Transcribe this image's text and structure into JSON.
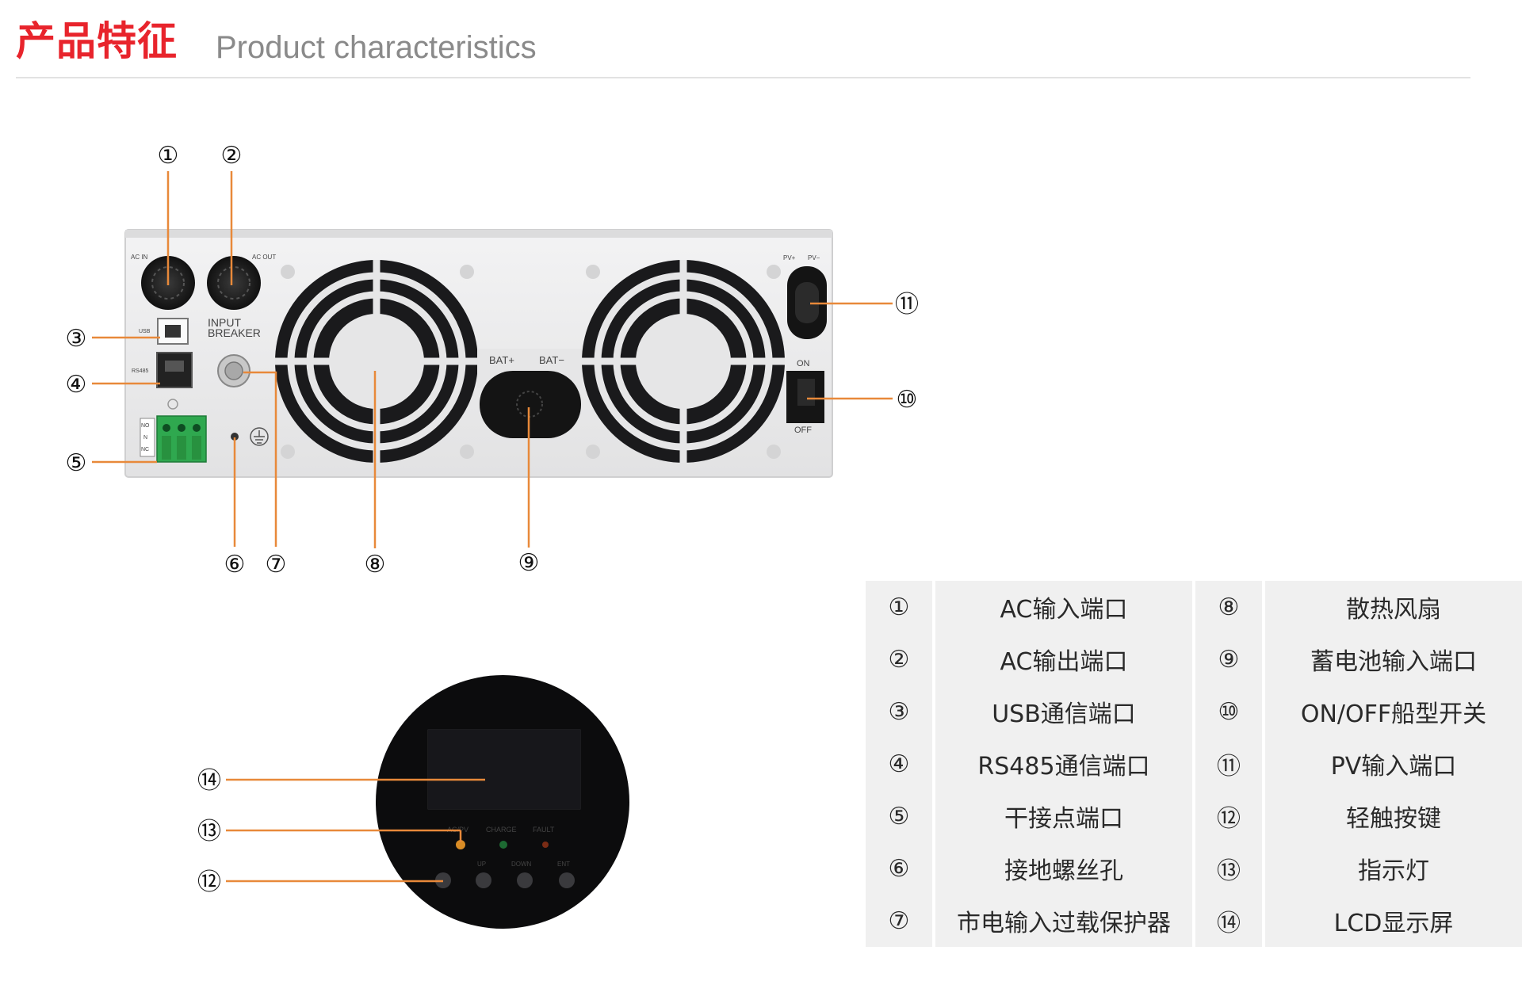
{
  "header": {
    "title_cn": "产品特征",
    "title_en": "Product characteristics"
  },
  "panel_labels": {
    "ac_in": "AC IN",
    "ac_out": "AC OUT",
    "usb": "USB",
    "rs485": "RS485",
    "input_breaker_1": "INPUT",
    "input_breaker_2": "BREAKER",
    "bat_plus": "BAT+",
    "bat_minus": "BAT−",
    "pv_plus": "PV+",
    "pv_minus": "PV−",
    "on": "ON",
    "off": "OFF",
    "terminal_1": "NO",
    "terminal_2": "N",
    "terminal_3": "NC"
  },
  "front_panel_labels": {
    "ac_pv": "AC/PV",
    "charge": "CHARGE",
    "fault": "FAULT",
    "up": "UP",
    "down": "DOWN",
    "ent": "ENT"
  },
  "callout_numbers": [
    "①",
    "②",
    "③",
    "④",
    "⑤",
    "⑥",
    "⑦",
    "⑧",
    "⑨",
    "⑩",
    "⑪",
    "⑫",
    "⑬",
    "⑭"
  ],
  "legend": [
    {
      "num": "①",
      "label": "AC输入端口",
      "num2": "⑧",
      "label2": "散热风扇"
    },
    {
      "num": "②",
      "label": "AC输出端口",
      "num2": "⑨",
      "label2": "蓄电池输入端口"
    },
    {
      "num": "③",
      "label": "USB通信端口",
      "num2": "⑩",
      "label2": "ON/OFF船型开关"
    },
    {
      "num": "④",
      "label": "RS485通信端口",
      "num2": "⑪",
      "label2": "PV输入端口"
    },
    {
      "num": "⑤",
      "label": "干接点端口",
      "num2": "⑫",
      "label2": "轻触按键"
    },
    {
      "num": "⑥",
      "label": "接地螺丝孔",
      "num2": "⑬",
      "label2": "指示灯"
    },
    {
      "num": "⑦",
      "label": "市电输入过载保护器",
      "num2": "⑭",
      "label2": "LCD显示屏"
    }
  ],
  "colors": {
    "accent_red": "#e8242c",
    "leader_orange": "#e8893a",
    "terminal_green": "#2fa84f",
    "panel_grey": "#e9e9ea"
  }
}
